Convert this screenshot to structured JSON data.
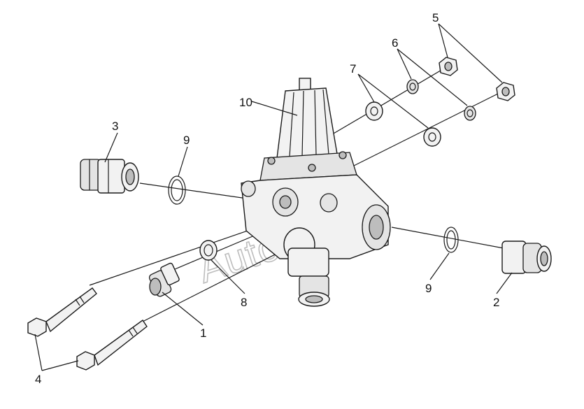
{
  "diagram": {
    "callouts": [
      {
        "id": "1",
        "label": "1"
      },
      {
        "id": "2",
        "label": "2"
      },
      {
        "id": "3",
        "label": "3"
      },
      {
        "id": "4",
        "label": "4"
      },
      {
        "id": "5",
        "label": "5"
      },
      {
        "id": "6",
        "label": "6"
      },
      {
        "id": "7",
        "label": "7"
      },
      {
        "id": "8",
        "label": "8"
      },
      {
        "id": "9a",
        "label": "9"
      },
      {
        "id": "9b",
        "label": "9"
      },
      {
        "id": "10",
        "label": "10"
      }
    ],
    "watermark": "AutoSoft"
  }
}
